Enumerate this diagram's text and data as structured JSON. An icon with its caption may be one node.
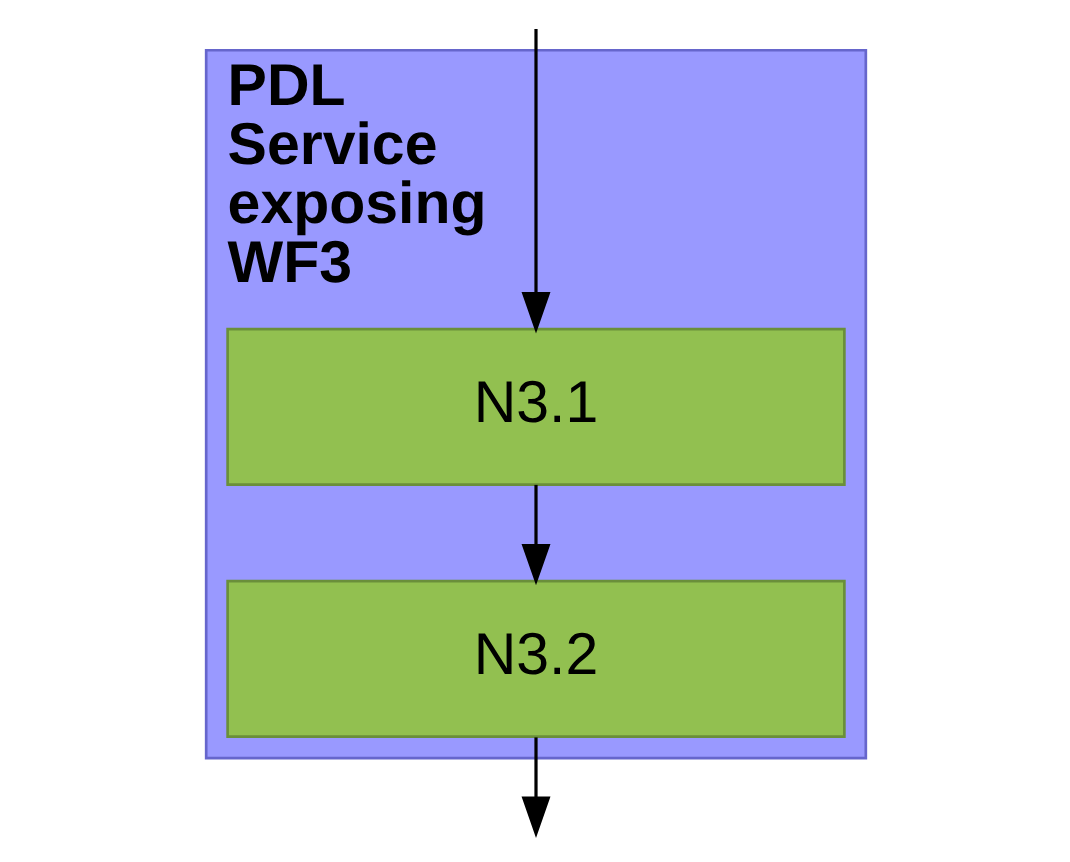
{
  "diagram": {
    "nodes": [
      {
        "text": [
          "PDL Service exposing WF3"
        ]
      },
      {
        "text": [
          "N3.1"
        ],
        "in": 0
      },
      {
        "text": [
          "N3.2"
        ],
        "in": 0
      }
    ],
    "edges": [
      {
        "from": null,
        "to": 1,
        "arrow": "to"
      },
      {
        "from": 1,
        "to": 2,
        "arrow": "to"
      },
      {
        "from": 2,
        "to": null,
        "arrow": "to"
      }
    ]
  }
}
